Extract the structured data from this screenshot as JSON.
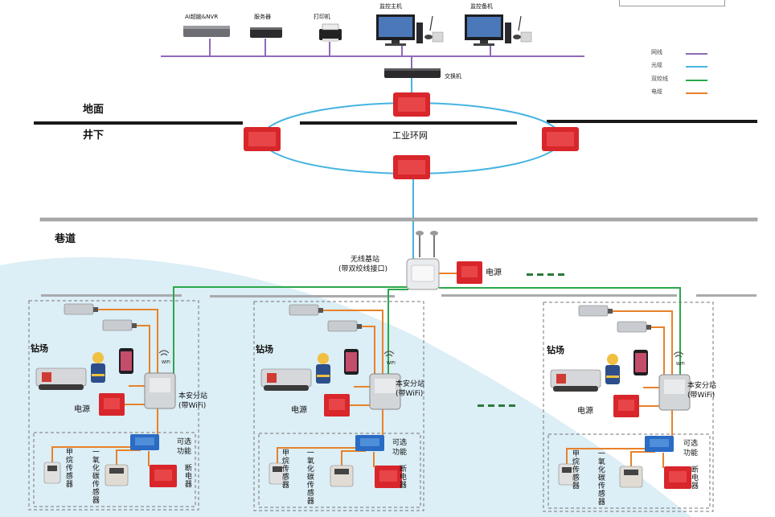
{
  "labels": {
    "ai_nvr": "AI超脑&NVR",
    "server": "服务器",
    "printer": "打印机",
    "monitor_host": "监控主机",
    "monitor_backup": "监控备机",
    "switch": "交换机",
    "ground": "地面",
    "underground": "井下",
    "ring_network": "工业环网",
    "tunnel": "巷道",
    "base_station": "无线基站",
    "base_station_sub": "(带双绞线接口)",
    "power": "电源",
    "dots": "-----",
    "drill_site": "钻场",
    "substation": "本安分站",
    "substation_sub": "(带WiFi)",
    "optional": "可选",
    "optional2": "功能",
    "methane_sensor": "甲烷传感器",
    "co_sensor": "一氧化碳传感器",
    "breaker": "断电器",
    "wifi": "WIFI"
  },
  "legend": [
    {
      "label": "网线",
      "color": "#8e6bb8"
    },
    {
      "label": "光缆",
      "color": "#45b4e0"
    },
    {
      "label": "双绞线",
      "color": "#2aa84a"
    },
    {
      "label": "电缆",
      "color": "#e8822a"
    }
  ],
  "colors": {
    "ethernet": "#8e6bb8",
    "fiber": "#45b4e0",
    "twisted": "#2aa84a",
    "cable": "#e8822a",
    "red_device": "#d8262b",
    "bg_wave": "#dceef6"
  }
}
